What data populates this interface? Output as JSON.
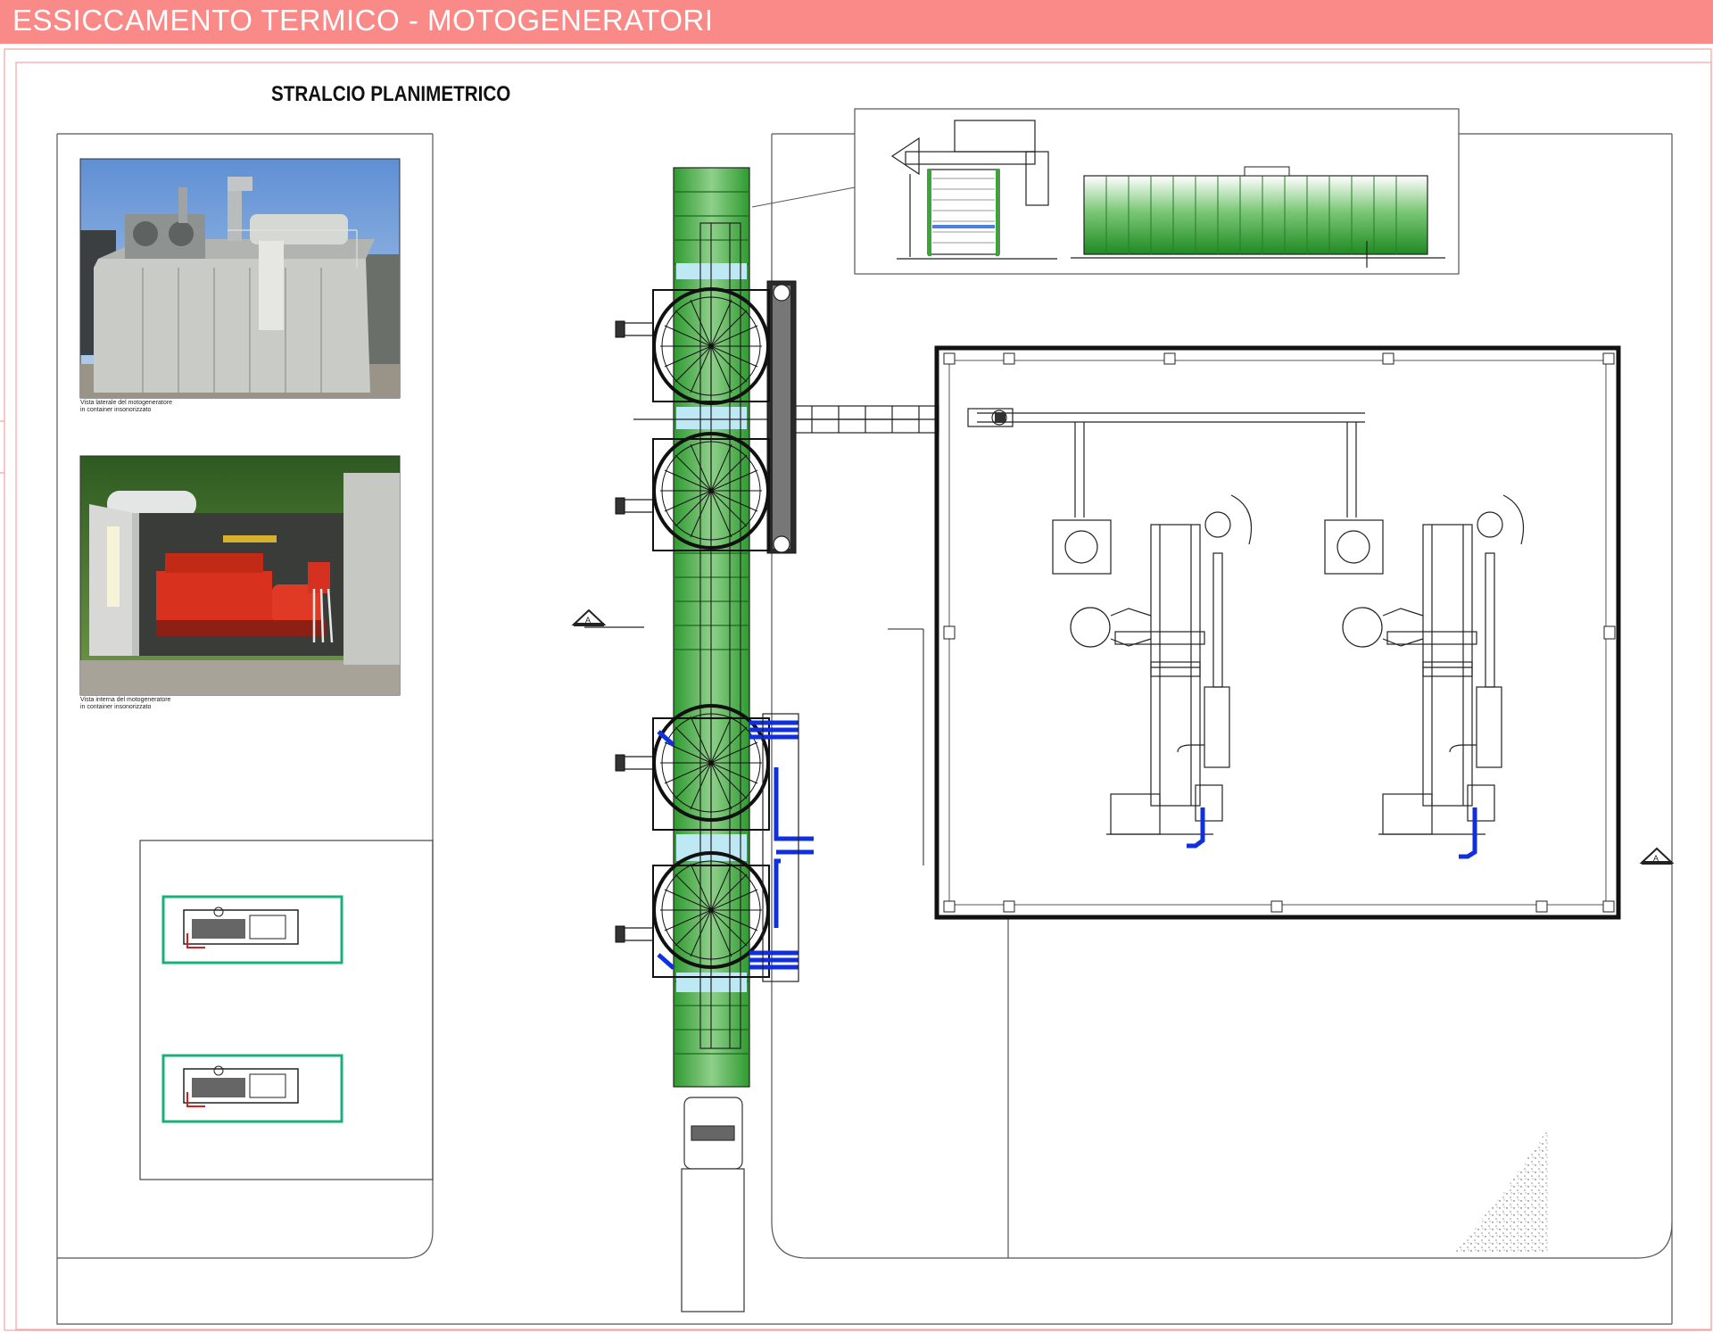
{
  "header": {
    "title": "ESSICCAMENTO TERMICO - MOTOGENERATORI"
  },
  "sheet": {
    "section_title": "STRALCIO PLANIMETRICO"
  },
  "photos": [
    {
      "caption_line1": "Vista laterale del motogeneratore",
      "caption_line2": "in container insonorizzato"
    },
    {
      "caption_line1": "Vista interna del motogeneratore",
      "caption_line2": "in container insonorizzato"
    }
  ],
  "section_markers": [
    {
      "label": "A"
    },
    {
      "label": "A"
    }
  ],
  "colors": {
    "header": "#fa8a88",
    "frame_line": "#f0a0a0",
    "equipment_green": "#3aa63a",
    "piping_blue": "#1030e0",
    "container_outline": "#19b07a",
    "water_cyan": "#bfe8f5"
  }
}
